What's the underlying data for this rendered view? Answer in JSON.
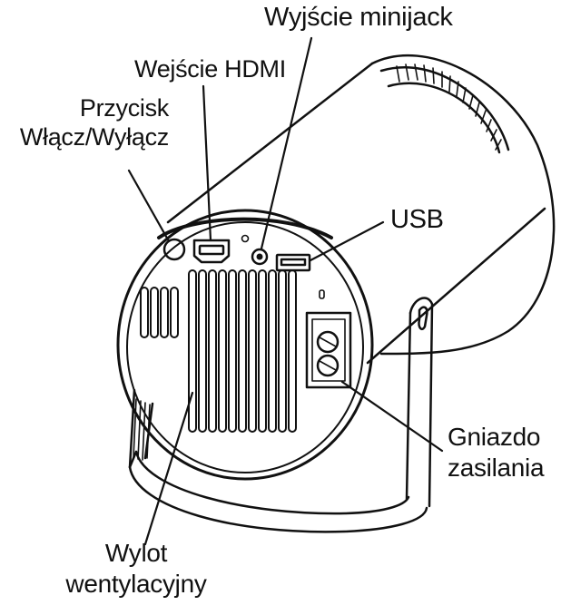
{
  "labels": {
    "minijack": "Wyjście minijack",
    "hdmi": "Wejście HDMI",
    "power_button_line1": "Przycisk",
    "power_button_line2": "Włącz/Wyłącz",
    "usb": "USB",
    "power_socket_line1": "Gniazdo",
    "power_socket_line2": "zasilania",
    "vent_line1": "Wylot",
    "vent_line2": "wentylacyjny"
  },
  "colors": {
    "ink": "#111111",
    "background": "#ffffff"
  }
}
